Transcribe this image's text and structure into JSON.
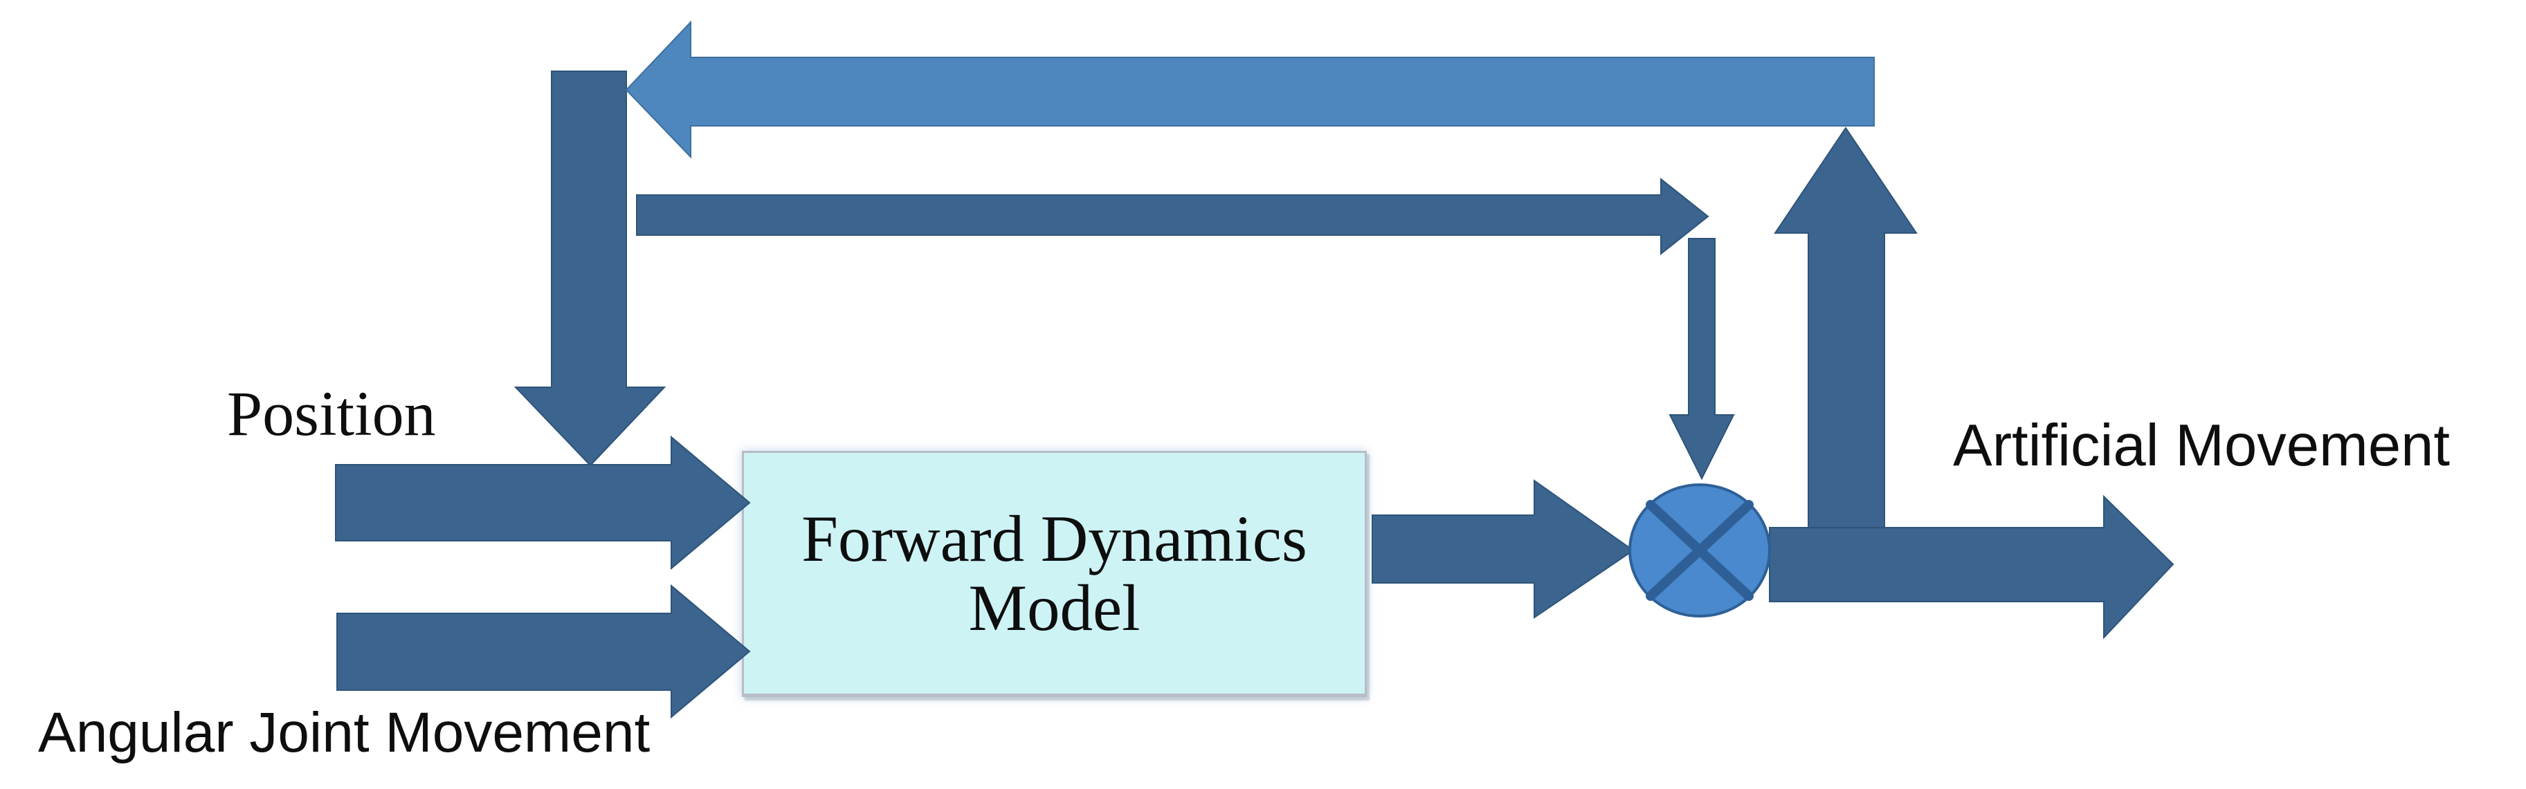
{
  "diagram": {
    "type": "block-diagram",
    "box": {
      "label": "Forward Dynamics Model"
    },
    "labels": {
      "position": "Position",
      "angular_joint_movement": "Angular Joint Movement",
      "artificial_movement": "Artificial Movement"
    },
    "junction": {
      "type": "multiply",
      "symbol": "⊗"
    },
    "flows": [
      {
        "name": "position-input",
        "from": "Position",
        "to": "Forward Dynamics Model"
      },
      {
        "name": "angular-joint-movement-input",
        "from": "Angular Joint Movement",
        "to": "Forward Dynamics Model"
      },
      {
        "name": "model-output",
        "from": "Forward Dynamics Model",
        "to": "multiply-junction"
      },
      {
        "name": "artificial-movement-output",
        "from": "multiply-junction",
        "to": "Artificial Movement"
      },
      {
        "name": "outer-feedback",
        "from": "output",
        "to": "Position input",
        "direction": "right-to-left"
      },
      {
        "name": "inner-feedforward",
        "from": "Position input",
        "to": "multiply-junction",
        "direction": "left-to-right-then-down"
      }
    ],
    "colors": {
      "dark_arrow": "#3b648f",
      "dark_arrow_edge": "#2e5478",
      "light_arrow": "#4d87bd",
      "light_arrow_edge": "#3e6f9f",
      "junction_fill": "#4a89ce",
      "junction_stroke": "#2e6097",
      "box_fill": "#cdf3f5",
      "box_border": "#b7bdc5",
      "text": "#0e0e0e",
      "background": "#ffffff"
    }
  }
}
